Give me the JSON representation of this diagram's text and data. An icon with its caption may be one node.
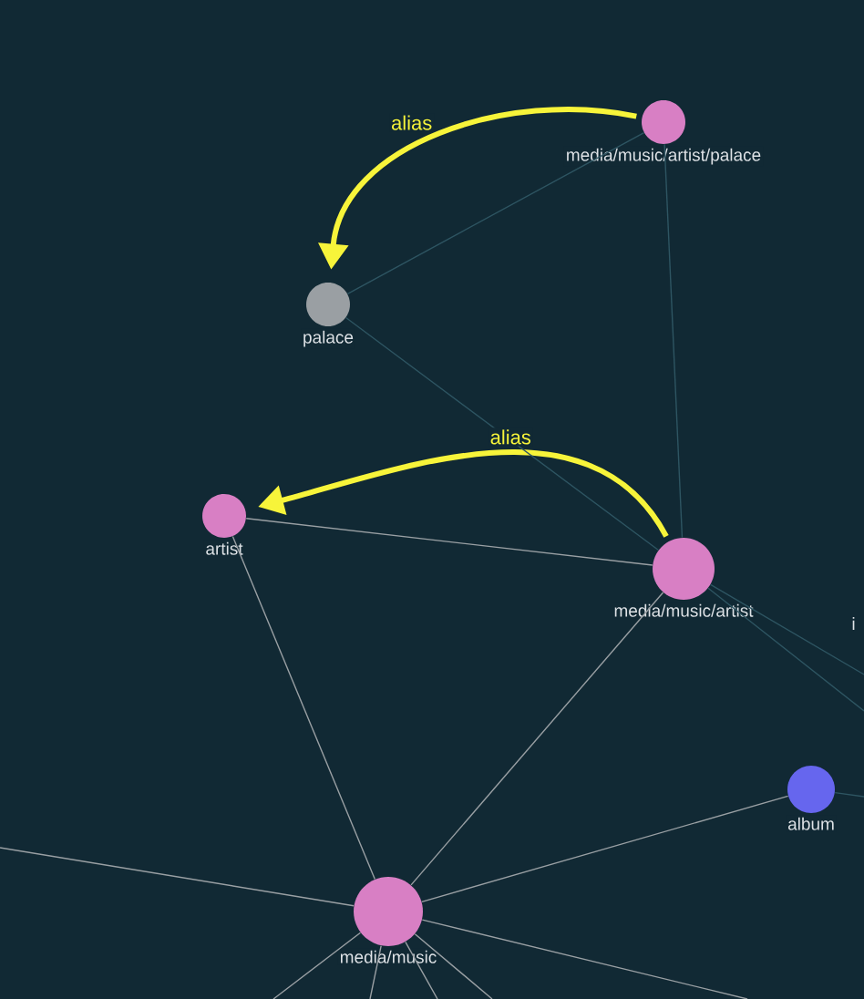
{
  "diagram": {
    "nodes": [
      {
        "text": [
          "media/music/artist/palace"
        ]
      },
      {
        "text": [
          "palace"
        ]
      },
      {
        "text": [
          "artist"
        ]
      },
      {
        "text": [
          "media/music/artist"
        ]
      },
      {
        "text": [
          "album"
        ]
      },
      {
        "text": [
          "media/music"
        ]
      }
    ],
    "edges": [
      {
        "from": 0,
        "to": 1,
        "arrow": "to",
        "label": "alias",
        "style": "thick",
        "color": "#f7f43a"
      },
      {
        "from": 3,
        "to": 2,
        "arrow": "to",
        "label": "alias",
        "style": "thick",
        "color": "#f7f43a"
      },
      {
        "from": 0,
        "to": 1,
        "arrow": "none",
        "color": "#2e5562"
      },
      {
        "from": 0,
        "to": 3,
        "arrow": "none",
        "color": "#2e5562"
      },
      {
        "from": 1,
        "to": 3,
        "arrow": "none",
        "color": "#2e5562"
      },
      {
        "from": 2,
        "to": 3,
        "arrow": "none"
      },
      {
        "from": 2,
        "to": 5,
        "arrow": "none"
      },
      {
        "from": 3,
        "to": 5,
        "arrow": "none"
      },
      {
        "from": 5,
        "to": 4,
        "arrow": "none"
      },
      {
        "from": 5,
        "to": null,
        "arrow": "none"
      },
      {
        "from": 5,
        "to": null,
        "arrow": "none"
      },
      {
        "from": 5,
        "to": null,
        "arrow": "none"
      },
      {
        "from": 5,
        "to": null,
        "arrow": "none"
      },
      {
        "from": 5,
        "to": null,
        "arrow": "none"
      },
      {
        "from": 5,
        "to": null,
        "arrow": "none"
      },
      {
        "from": 3,
        "to": null,
        "arrow": "none",
        "color": "#2e5562"
      },
      {
        "from": 3,
        "to": null,
        "arrow": "none",
        "color": "#2e5562"
      },
      {
        "from": 4,
        "to": null,
        "arrow": "none",
        "color": "#2e5562"
      }
    ],
    "labels": [
      "i"
    ]
  }
}
